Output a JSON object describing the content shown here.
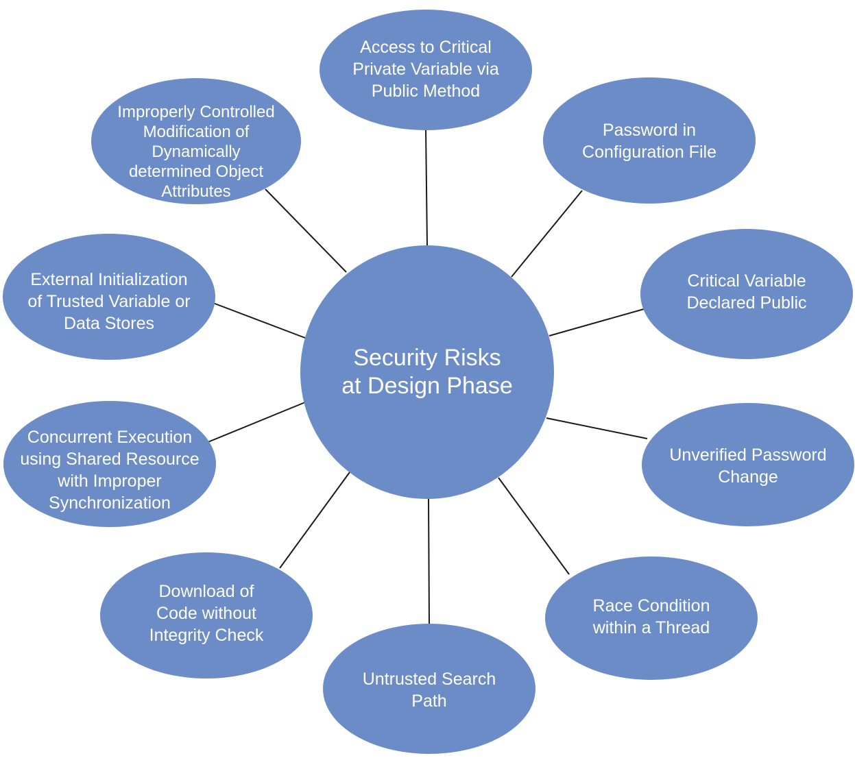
{
  "center": {
    "label": "Security Risks\nat Design Phase"
  },
  "nodes": [
    {
      "id": "access-private-variable",
      "label": "Access to Critical\nPrivate Variable via\nPublic Method"
    },
    {
      "id": "password-config-file",
      "label": "Password in\nConfiguration File"
    },
    {
      "id": "critical-variable-public",
      "label": "Critical Variable\nDeclared Public"
    },
    {
      "id": "unverified-password-change",
      "label": "Unverified Password\nChange"
    },
    {
      "id": "race-condition-thread",
      "label": "Race Condition\nwithin a Thread"
    },
    {
      "id": "untrusted-search-path",
      "label": "Untrusted Search\nPath"
    },
    {
      "id": "download-code-integrity",
      "label": "Download of\nCode without\nIntegrity Check"
    },
    {
      "id": "concurrent-execution",
      "label": "Concurrent Execution\nusing Shared Resource\nwith Improper\nSynchronization"
    },
    {
      "id": "external-initialization",
      "label": "External Initialization\nof Trusted Variable or\nData Stores"
    },
    {
      "id": "improperly-controlled-modification",
      "label": "Improperly Controlled\nModification of\nDynamically\ndetermined Object\nAttributes"
    }
  ],
  "colors": {
    "node_fill": "#6b8cc7",
    "connector": "#1a1a1a",
    "text": "#ffffff"
  }
}
